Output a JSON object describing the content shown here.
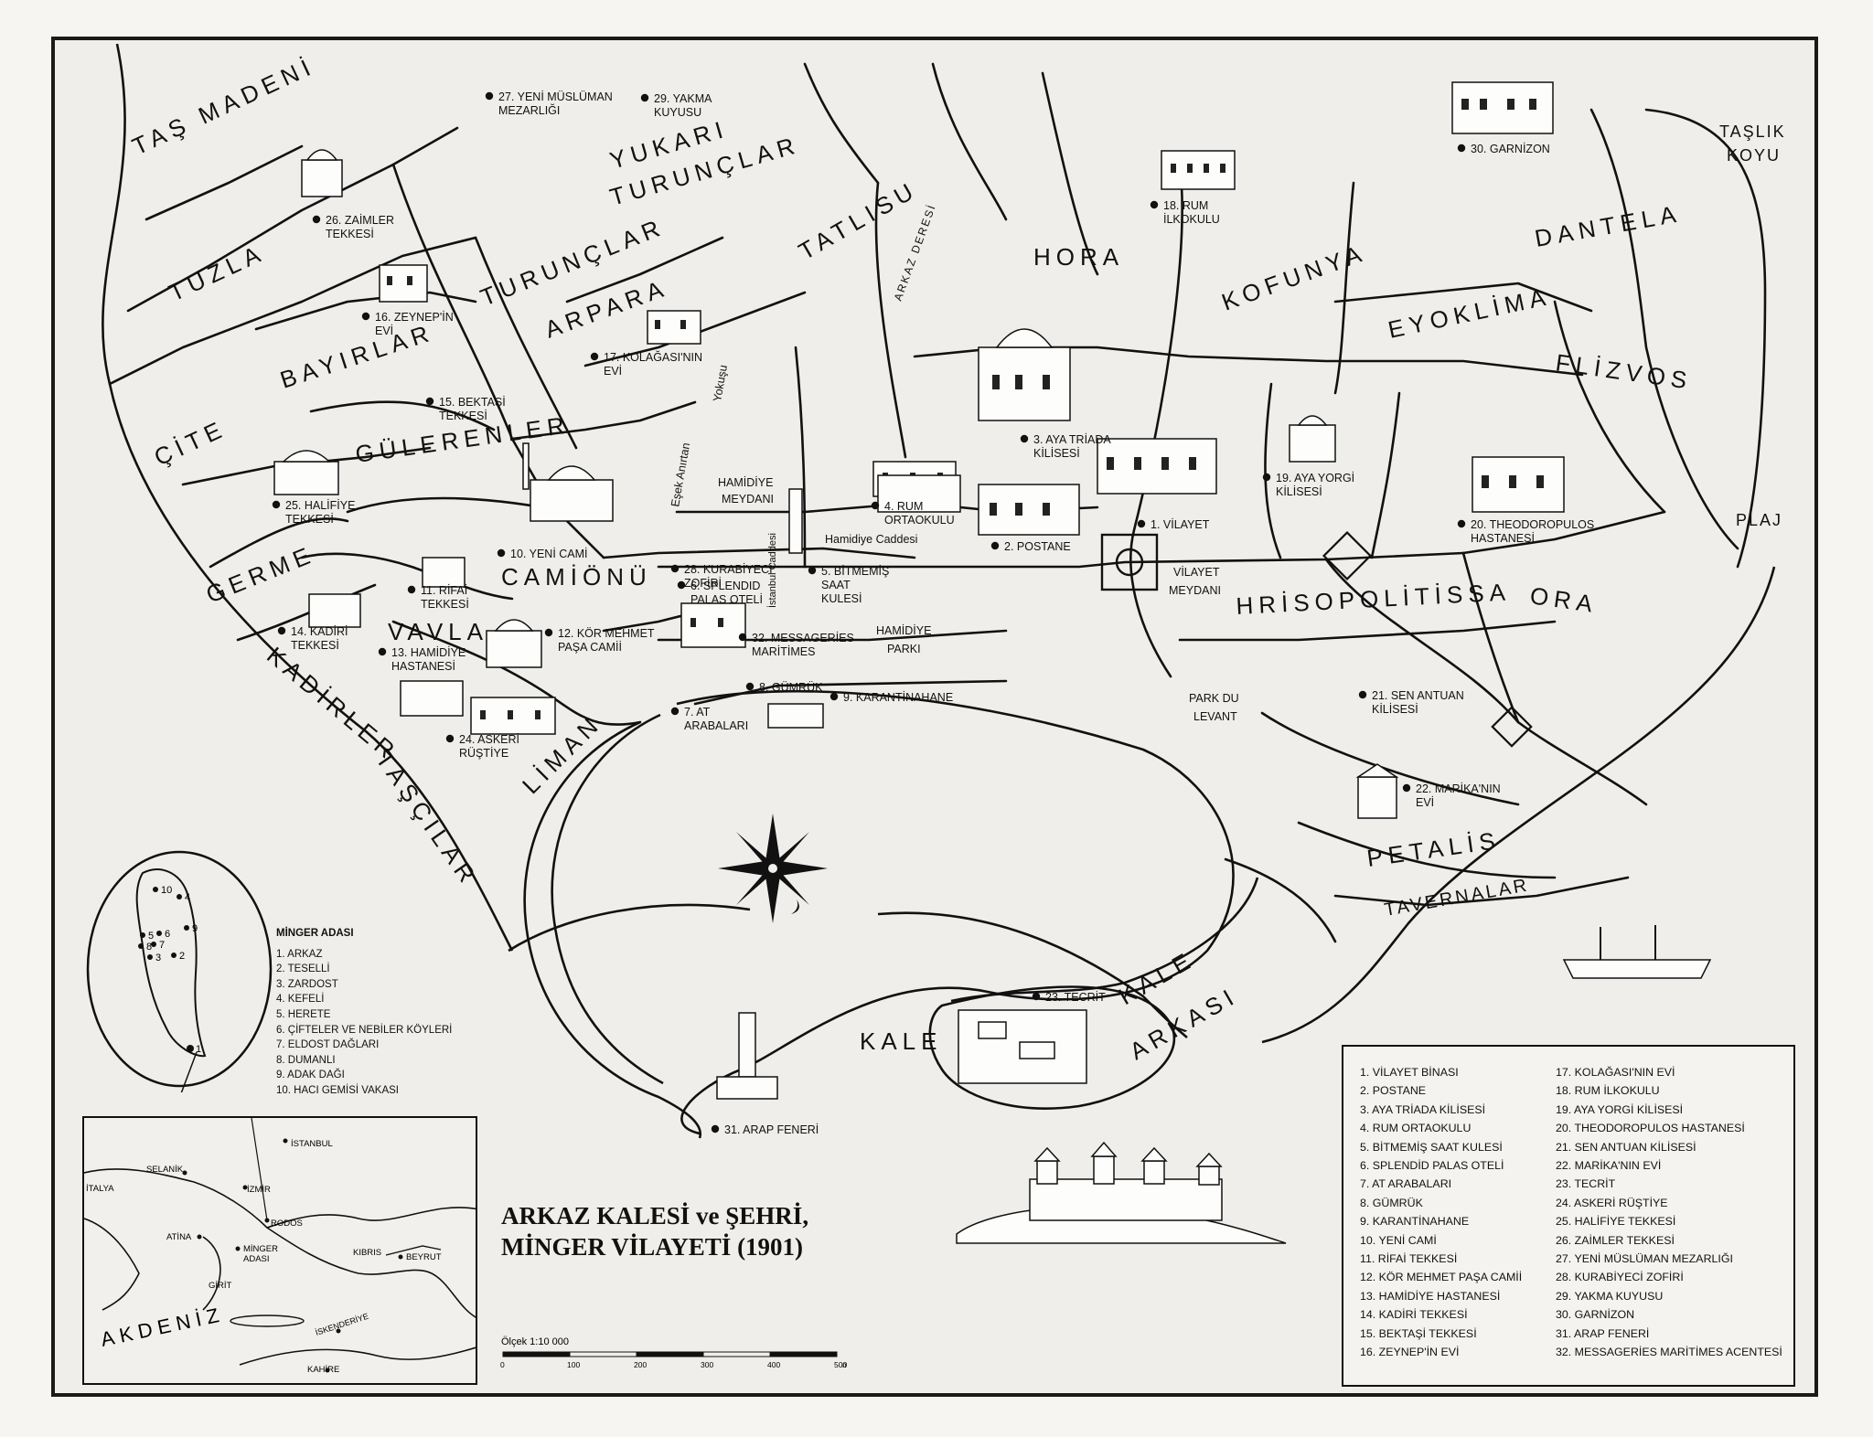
{
  "title": {
    "line1": "ARKAZ KALESİ ve ŞEHRİ,",
    "line2": "MİNGER VİLAYETİ (1901)"
  },
  "districts": {
    "tas_madeni": "TAŞ MADENİ",
    "tuzla": "TUZLA",
    "cite": "ÇİTE",
    "bayirlar": "BAYIRLAR",
    "gulerenler": "GÜLERENLER",
    "germe": "GERME",
    "kadirler": "KADİRLER",
    "tascilar": "TAŞÇILAR",
    "vavla": "VAVLA",
    "camionu": "CAMİÖNÜ",
    "liman": "LİMAN",
    "turunclar": "TURUNÇLAR",
    "yukari": "YUKARI",
    "yukari2": "TURUNÇLAR",
    "arpara": "ARPARA",
    "tatlisu": "TATLISU",
    "hora": "HORA",
    "kofunya": "KOFUNYA",
    "dantela": "DANTELA",
    "eyoklima": "EYOKLİMA",
    "flizvos": "FLİZVOS",
    "taslik": "TAŞLIK",
    "koyu": "KOYU",
    "plaj": "PLAJ",
    "hrisopolitissa": "HRİSOPOLİTİSSA",
    "ora": "ORA",
    "petalis": "PETALİS",
    "tavernalar": "TAVERNALAR",
    "kale": "KALE",
    "kale_arkasi_1": "KALE",
    "kale_arkasi_2": "ARKASI"
  },
  "streets": {
    "arkaz_deresi": "ARKAZ DERESİ",
    "esek": "Eşek Anırtan",
    "yokusu": "Yokuşu",
    "hamidiye_caddesi": "Hamidiye Caddesi",
    "istanbul_caddesi": "İstanbul Caddesi",
    "vilayet_meydani_1": "VİLAYET",
    "vilayet_meydani_2": "MEYDANI",
    "hamidiye_meydani_1": "HAMİDİYE",
    "hamidiye_meydani_2": "MEYDANI",
    "hamidiye_parki_1": "HAMİDİYE",
    "hamidiye_parki_2": "PARKI",
    "park_du_levant_1": "PARK DU",
    "park_du_levant_2": "LEVANT"
  },
  "places": [
    {
      "l1": "1. VİLAYET",
      "l2": ""
    },
    {
      "l1": "2. POSTANE",
      "l2": ""
    },
    {
      "l1": "3. AYA TRİADA",
      "l2": "KİLİSESİ"
    },
    {
      "l1": "4. RUM",
      "l2": "ORTAOKULU"
    },
    {
      "l1": "5. BİTMEMİŞ",
      "l2": "SAAT",
      "l3": "KULESİ"
    },
    {
      "l1": "6. SPLENDID",
      "l2": "PALAS OTELİ"
    },
    {
      "l1": "7. AT",
      "l2": "ARABALARI"
    },
    {
      "l1": "8. GÜMRÜK",
      "l2": ""
    },
    {
      "l1": "9. KARANTİNAHANE",
      "l2": ""
    },
    {
      "l1": "10. YENİ CAMİ",
      "l2": ""
    },
    {
      "l1": "11. RİFAİ",
      "l2": "TEKKESİ"
    },
    {
      "l1": "12. KÖR MEHMET",
      "l2": "PAŞA CAMİİ"
    },
    {
      "l1": "13. HAMİDİYE",
      "l2": "HASTANESİ"
    },
    {
      "l1": "14. KADİRİ",
      "l2": "TEKKESİ"
    },
    {
      "l1": "15. BEKTAŞİ",
      "l2": "TEKKESİ"
    },
    {
      "l1": "16. ZEYNEP'İN",
      "l2": "EVİ"
    },
    {
      "l1": "17. KOLAĞASI'NIN",
      "l2": "EVİ"
    },
    {
      "l1": "18. RUM",
      "l2": "İLKOKULU"
    },
    {
      "l1": "19. AYA YORGİ",
      "l2": "KİLİSESİ"
    },
    {
      "l1": "20. THEODOROPULOS",
      "l2": "HASTANESİ"
    },
    {
      "l1": "21. SEN ANTUAN",
      "l2": "KİLİSESİ"
    },
    {
      "l1": "22. MARİKA'NIN",
      "l2": "EVİ"
    },
    {
      "l1": "23. TECRİT",
      "l2": ""
    },
    {
      "l1": "24. ASKERİ",
      "l2": "RÜŞTİYE"
    },
    {
      "l1": "25. HALİFİYE",
      "l2": "TEKKESİ"
    },
    {
      "l1": "26. ZAİMLER",
      "l2": "TEKKESİ"
    },
    {
      "l1": "27. YENİ MÜSLÜMAN",
      "l2": "MEZARLIĞI"
    },
    {
      "l1": "28. KURABİYECİ",
      "l2": "ZOFİRİ"
    },
    {
      "l1": "29. YAKMA",
      "l2": "KUYUSU"
    },
    {
      "l1": "30. GARNİZON",
      "l2": ""
    },
    {
      "l1": "31. ARAP FENERİ",
      "l2": ""
    },
    {
      "l1": "32. MESSAGERİES",
      "l2": "MARİTİMES"
    }
  ],
  "legend": {
    "col1": [
      "1. VİLAYET BİNASI",
      "2. POSTANE",
      "3. AYA TRİADA KİLİSESİ",
      "4. RUM ORTAOKULU",
      "5. BİTMEMİŞ SAAT KULESİ",
      "6. SPLENDİD PALAS OTELİ",
      "7. AT ARABALARI",
      "8. GÜMRÜK",
      "9. KARANTİNAHANE",
      "10. YENİ CAMİ",
      "11. RİFAİ TEKKESİ",
      "12. KÖR MEHMET PAŞA CAMİİ",
      "13. HAMİDİYE HASTANESİ",
      "14. KADİRİ TEKKESİ",
      "15. BEKTAŞİ TEKKESİ",
      "16. ZEYNEP'İN EVİ"
    ],
    "col2": [
      "17. KOLAĞASI'NIN EVİ",
      "18. RUM İLKOKULU",
      "19. AYA YORGİ KİLİSESİ",
      "20. THEODOROPULOS HASTANESİ",
      "21. SEN ANTUAN KİLİSESİ",
      "22. MARİKA'NIN EVİ",
      "23. TECRİT",
      "24. ASKERİ RÜŞTİYE",
      "25. HALİFİYE TEKKESİ",
      "26. ZAİMLER TEKKESİ",
      "27. YENİ MÜSLÜMAN MEZARLIĞI",
      "28. KURABİYECİ ZOFİRİ",
      "29. YAKMA KUYUSU",
      "30. GARNİZON",
      "31. ARAP FENERİ",
      "32. MESSAGERİES MARİTİMES ACENTESİ"
    ]
  },
  "island": {
    "heading": "MİNGER ADASI",
    "items": [
      "1. ARKAZ",
      "2. TESELLİ",
      "3. ZARDOST",
      "4. KEFELİ",
      "5. HERETE",
      "6. ÇİFTELER VE NEBİLER KÖYLERİ",
      "7. ELDOST DAĞLARI",
      "8. DUMANLI",
      "9. ADAK DAĞI",
      "10. HACI GEMİSİ VAKASI"
    ],
    "numbers": [
      "1",
      "2",
      "3",
      "4",
      "5",
      "6",
      "7",
      "8",
      "9",
      "10"
    ]
  },
  "inset": {
    "istanbul": "İSTANBUL",
    "selanik": "SELANİK",
    "italya": "İTALYA",
    "atina": "ATİNA",
    "izmir": "İZMİR",
    "rodos": "RODOS",
    "kibris": "KIBRIS",
    "beyrut": "BEYRUT",
    "minger_1": "MİNGER",
    "minger_2": "ADASI",
    "girit": "GİRİT",
    "iskenderiye": "İSKENDERİYE",
    "kahire": "KAHİRE",
    "akdeniz": "AKDENİZ"
  },
  "scale": {
    "label": "Ölçek 1:10 000",
    "ticks": [
      "0",
      "100",
      "200",
      "300",
      "400",
      "500"
    ],
    "unit": "m"
  },
  "colors": {
    "ink": "#111111",
    "paper": "#efeeea",
    "border": "#1a1a1a"
  }
}
